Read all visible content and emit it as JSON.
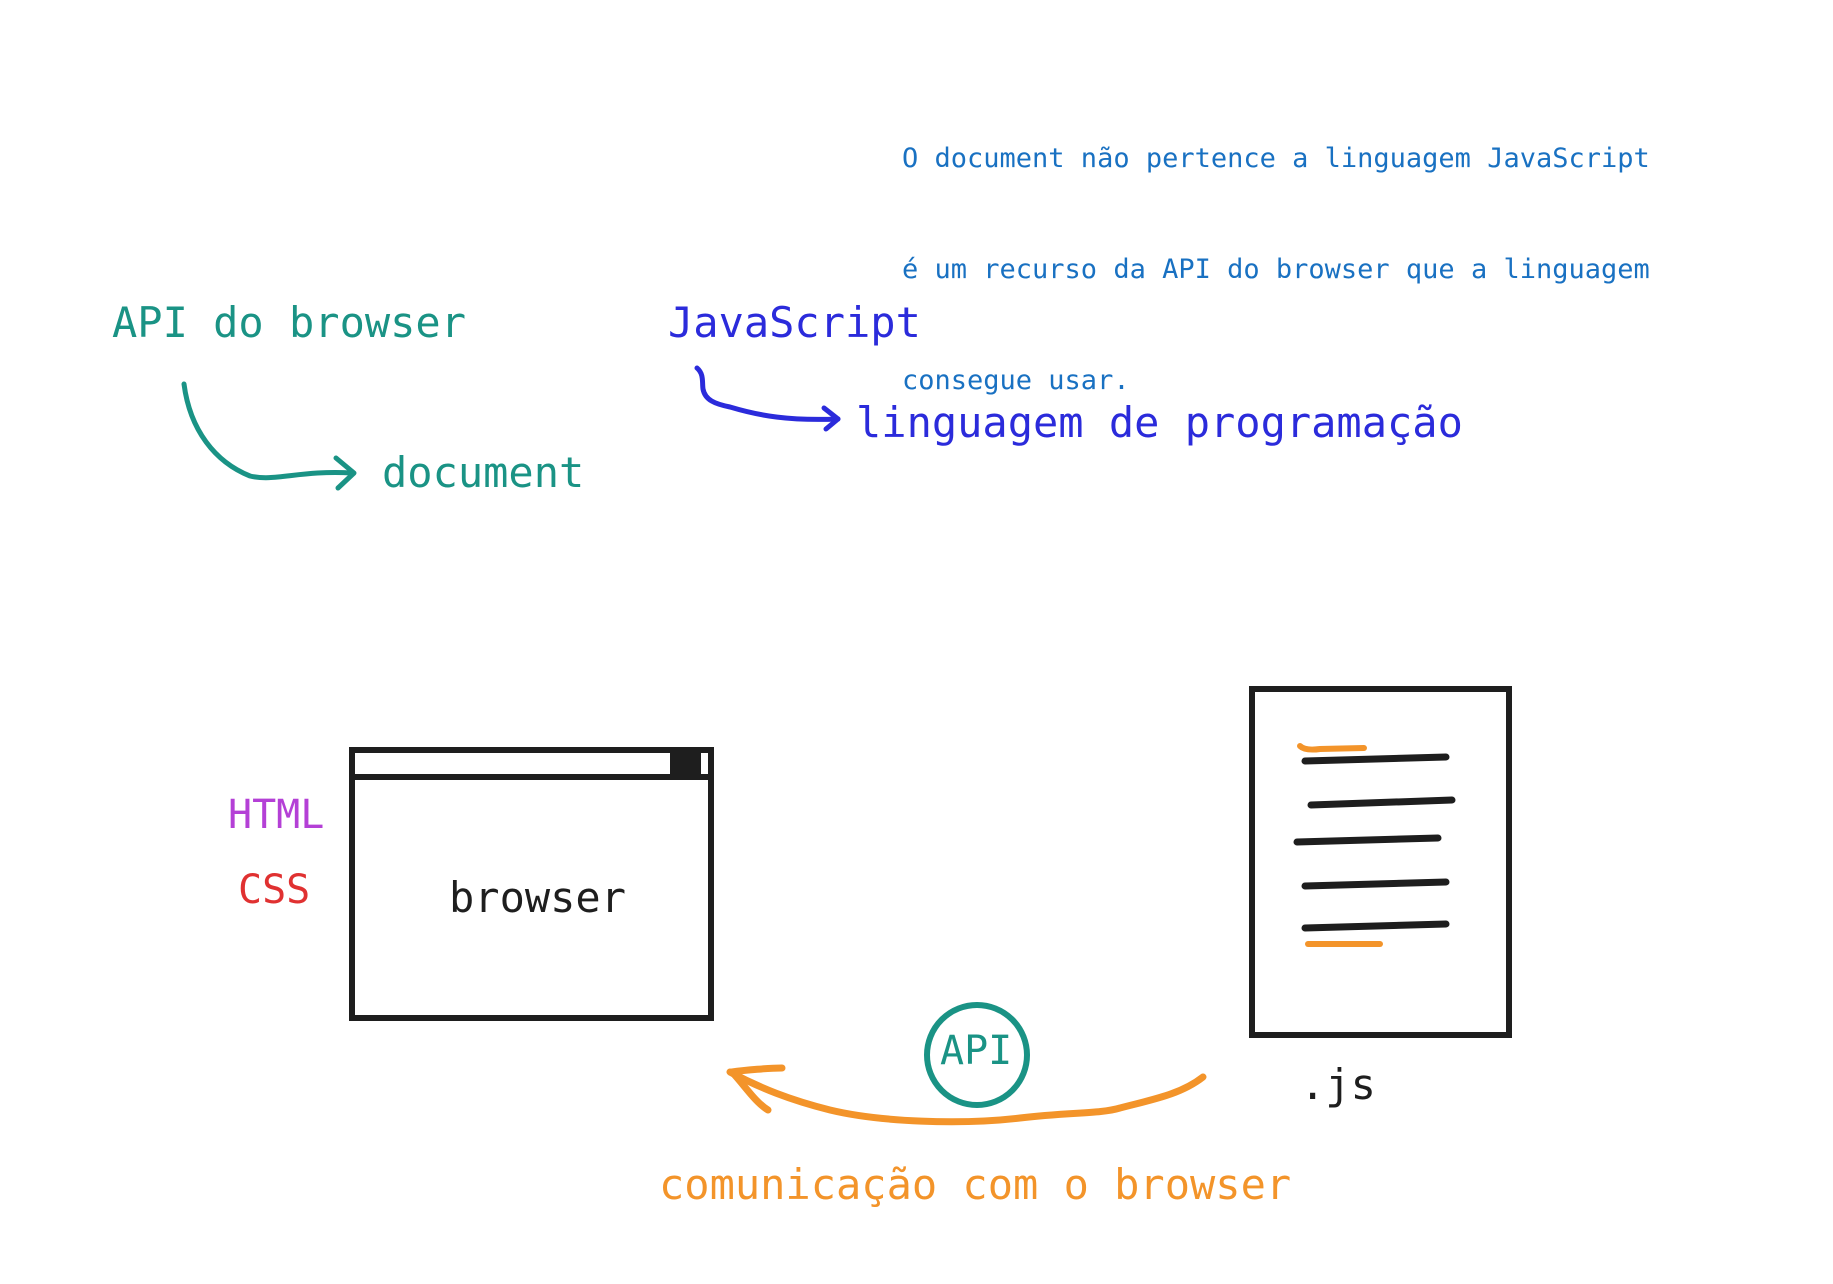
{
  "note": {
    "lines": [
      "O document não pertence a linguagem JavaScript",
      "é um recurso da API do browser que a linguagem",
      "consegue usar."
    ]
  },
  "left_concept": {
    "title": "API do browser",
    "child": "document"
  },
  "right_concept": {
    "title": "JavaScript",
    "child": "linguagem de programação"
  },
  "browser_window": {
    "label": "browser",
    "inputs": [
      "HTML",
      "CSS"
    ]
  },
  "js_file": {
    "label": ".js"
  },
  "connection": {
    "badge": "API",
    "label": "comunicação com o browser"
  },
  "colors": {
    "teal": "#1a9385",
    "blue": "#2b2bdb",
    "note_blue": "#1971c2",
    "purple": "#b440d6",
    "red": "#e03131",
    "orange": "#f3942a",
    "ink": "#1e1e1e"
  }
}
